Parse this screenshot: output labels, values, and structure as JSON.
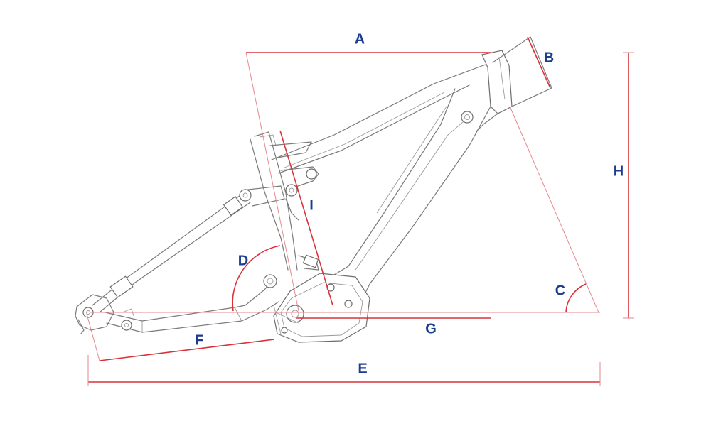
{
  "labels": {
    "A": "A",
    "B": "B",
    "C": "C",
    "D": "D",
    "E": "E",
    "F": "F",
    "G": "G",
    "H": "H",
    "I": "I"
  },
  "colors": {
    "dimension_line": "#d9323a",
    "dimension_line_light": "#e58a90",
    "label_text": "#1b3d8f",
    "frame_outline": "#7a7a7a",
    "background": "#ffffff"
  }
}
